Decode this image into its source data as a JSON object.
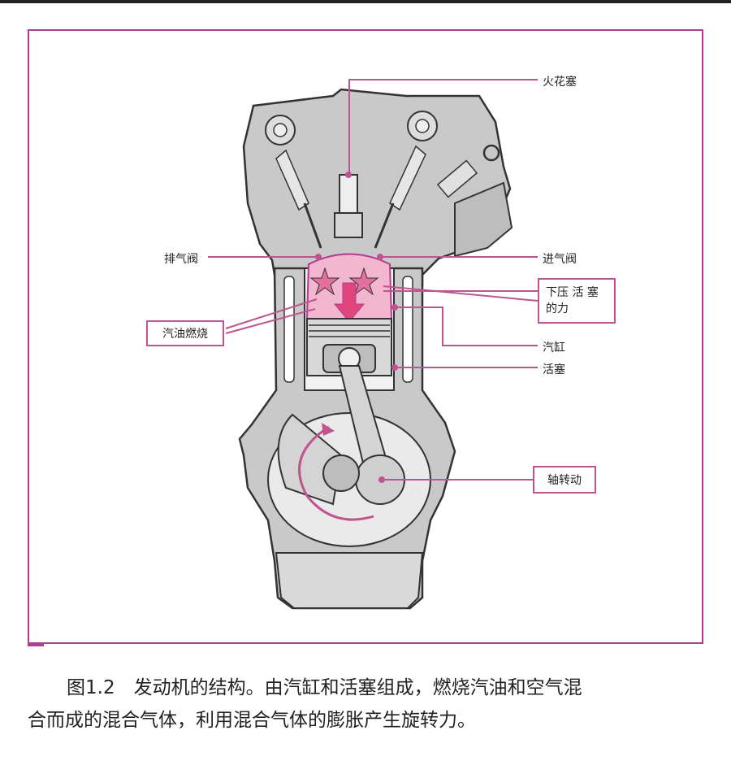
{
  "labels": {
    "spark_plug": "火花塞",
    "exhaust_valve": "排气阀",
    "intake_valve": "进气阀",
    "force_line1": "下压 活 塞",
    "force_line2": "的力",
    "combustion": "汽油燃烧",
    "cylinder": "汽缸",
    "piston": "活塞",
    "shaft": "轴转动"
  },
  "caption": {
    "line1": "图1.2　发动机的结构。由汽缸和活塞组成，燃烧汽油和空气混",
    "line2": "合而成的混合气体，利用混合气体的膨胀产生旋转力。"
  },
  "colors": {
    "accent": "#b23c8f",
    "engine_gray": "#c8c8c8",
    "combustion_pink": "#f3b6cf"
  }
}
